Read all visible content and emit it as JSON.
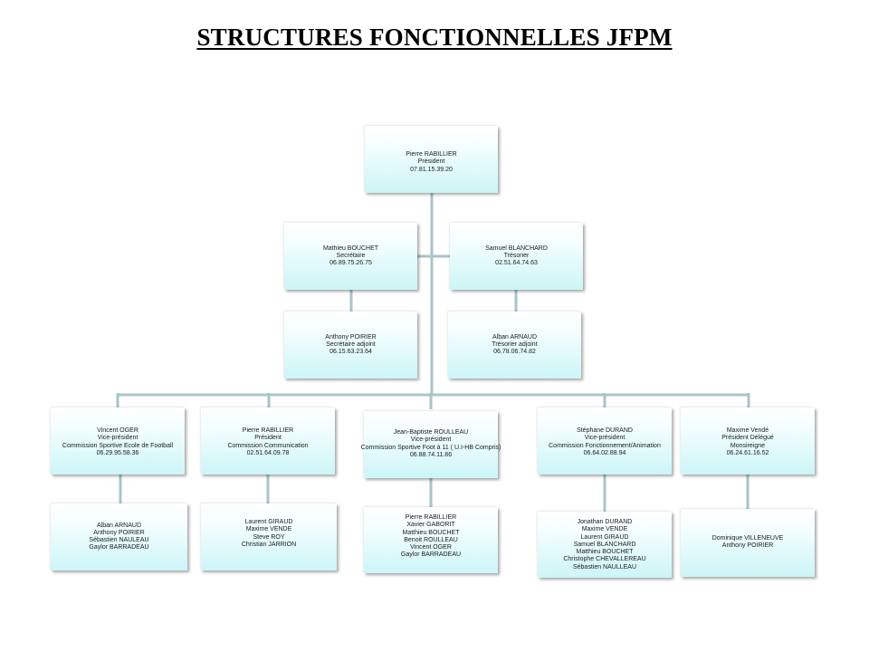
{
  "title": "STRUCTURES FONCTIONNELLES JFPM",
  "nodes": {
    "president": [
      "Pierre RABILLIER",
      "Président",
      "07.81.15.39.20"
    ],
    "secretaire": [
      "Mathieu BOUCHET",
      "Secrétaire",
      "06.89.75.26.75"
    ],
    "tresorier": [
      "Samuel BLANCHARD",
      "Trésorier",
      "02.51.64.74.63"
    ],
    "secretaire_adjoint": [
      "Anthony POIRIER",
      "Secrétaire adjoint",
      "06.15.63.23.64"
    ],
    "tresorier_adjoint": [
      "Alban ARNAUD",
      "Trésorier adjoint",
      "06.78.06.74.82"
    ],
    "ecole_foot": [
      "Vincent OGER",
      "Vice-président",
      "Commission Sportive Ecole de Football",
      "06.29.95.58.36"
    ],
    "communication": [
      "Pierre RABILLIER",
      "Président",
      "Commission Communication",
      "02.51.64.09.78"
    ],
    "foot11": [
      "Jean-Baptiste ROULLEAU",
      "Vice-président",
      "Commission Sportive Foot à 11 ( U.I-HB Compris)",
      "06.88.74.11.86"
    ],
    "animation": [
      "Stéphane DURAND",
      "Vice-président",
      "Commission Fonctionnement/Animation",
      "06.64.02.88.94"
    ],
    "monsireigne": [
      "Maxime Vendé",
      "Président Délégué",
      "Monsireigne",
      "06.24.61.16.52"
    ],
    "ecole_foot_members": [
      "Alban ARNAUD",
      "Anthony POIRIER",
      "Sébastien NAULEAU",
      "Gaylor BARRADEAU"
    ],
    "communication_members": [
      "Laurent GIRAUD",
      "Maxime VENDE",
      "Steve ROY",
      "Christian JARRION"
    ],
    "foot11_members": [
      "Pierre RABILLIER",
      "Xavier GABORIT",
      "Matthieu BOUCHET",
      "Benoit ROULLEAU",
      "Vincent OGER",
      "Gaylor BARRADEAU"
    ],
    "animation_members": [
      "Jonathan DURAND",
      "Maxime VENDE",
      "Laurent GIRAUD",
      "Samuel BLANCHARD",
      "Matthieu BOUCHET",
      "Christophe CHEVALLEREAU",
      "Sébastien NAULLEAU"
    ],
    "monsireigne_members": [
      "Dominique VILLENEUVE",
      "Anthony POIRIER"
    ]
  },
  "colors": {
    "connector": "#a9c4c8",
    "box_gradient_bottom": "#cdf5f7"
  }
}
